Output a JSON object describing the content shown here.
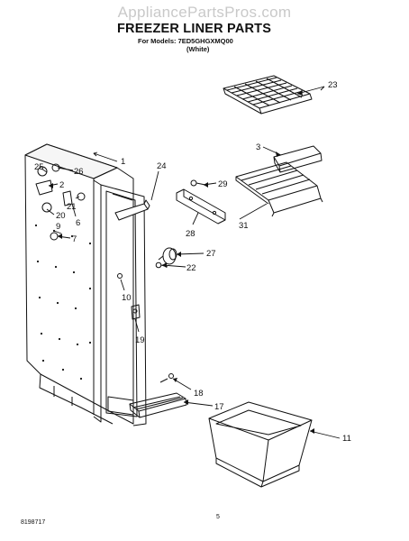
{
  "watermark": "AppliancePartsPros.com",
  "title": "FREEZER LINER PARTS",
  "model_line": "For Models: 7ED5GHGXMQ00",
  "color_line": "(White)",
  "page_number": "5",
  "doc_number": "8198717",
  "callouts": [
    "23",
    "1",
    "24",
    "3",
    "25",
    "26",
    "2",
    "29",
    "21",
    "6",
    "20",
    "9",
    "7",
    "31",
    "28",
    "27",
    "22",
    "10",
    "19",
    "18",
    "17",
    "11"
  ]
}
